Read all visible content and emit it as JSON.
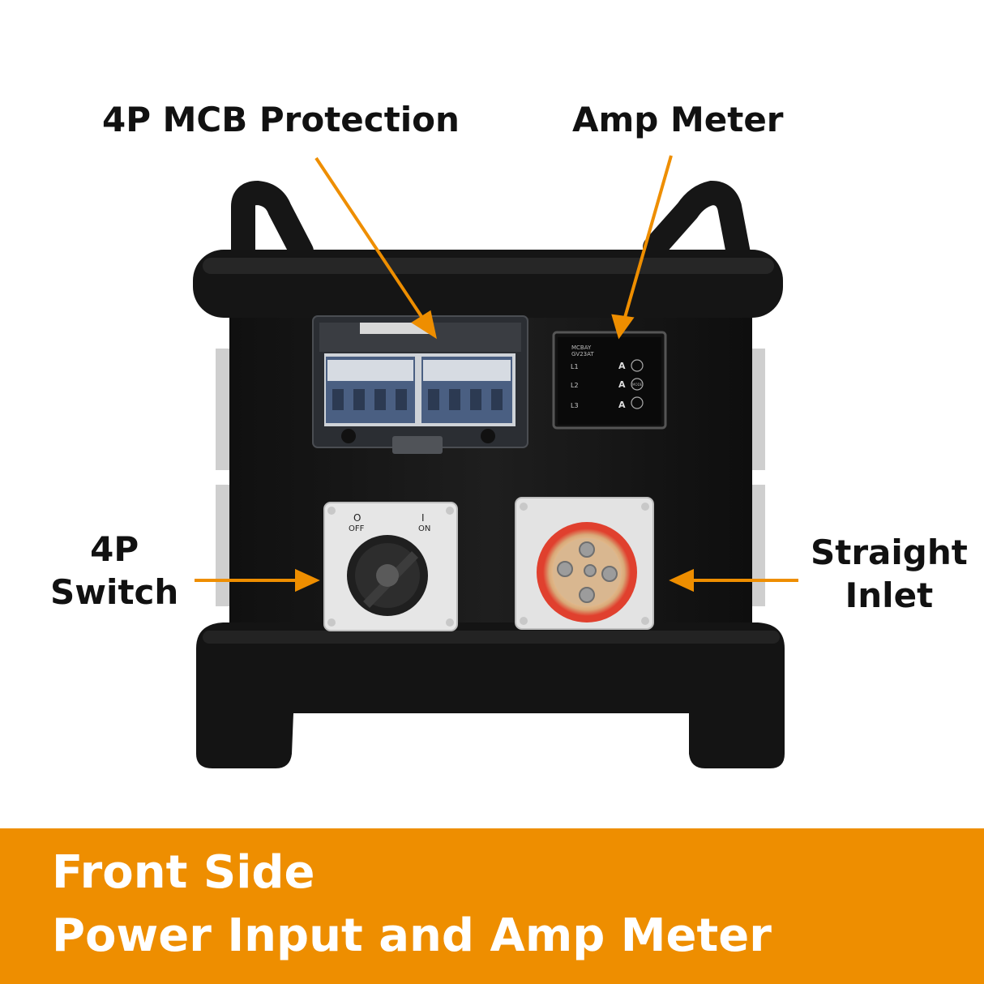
{
  "callouts": {
    "mcb": "4P MCB Protection",
    "amp_meter": "Amp Meter",
    "switch_line1": "4P",
    "switch_line2": "Switch",
    "inlet_line1": "Straight",
    "inlet_line2": "Inlet"
  },
  "meter": {
    "brand": "MCBAY",
    "model": "GV23AT",
    "rows": [
      "L1",
      "L2",
      "L3"
    ],
    "unit": "A",
    "mode_button": "MODE"
  },
  "switch_panel": {
    "off_label": "OFF",
    "on_label": "ON",
    "off_symbol": "O",
    "on_symbol": "I"
  },
  "footer": {
    "line1": "Front Side",
    "line2": "Power Input and Amp Meter"
  },
  "colors": {
    "accent": "#ee8e00",
    "arrow": "#ee8e00",
    "enclosure": "#1a1a1a",
    "mcb_blue": "#4a5f82",
    "inlet_ring": "#e0402e"
  }
}
